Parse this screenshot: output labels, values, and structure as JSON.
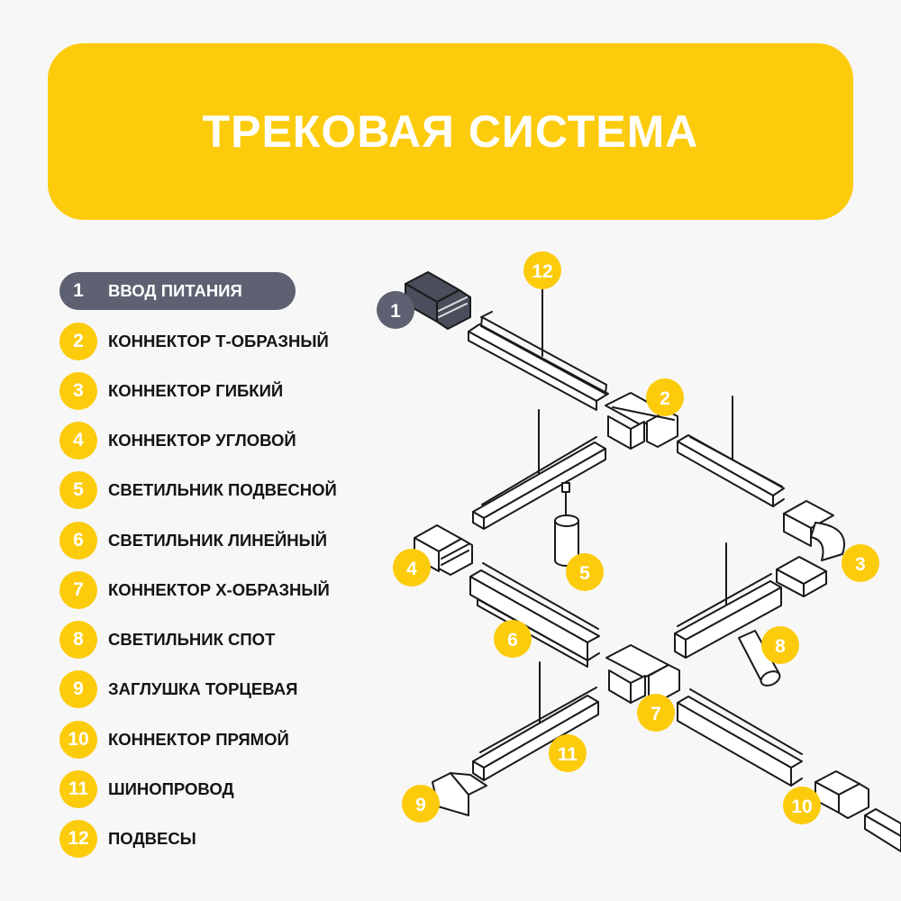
{
  "title": "ТРЕКОВАЯ СИСТЕМА",
  "legend": [
    {
      "num": "1",
      "label": "ВВОД ПИТАНИЯ"
    },
    {
      "num": "2",
      "label": "КОННЕКТОР Т-ОБРАЗНЫЙ"
    },
    {
      "num": "3",
      "label": "КОННЕКТОР ГИБКИЙ"
    },
    {
      "num": "4",
      "label": "КОННЕКТОР УГЛОВОЙ"
    },
    {
      "num": "5",
      "label": "СВЕТИЛЬНИК ПОДВЕСНОЙ"
    },
    {
      "num": "6",
      "label": "СВЕТИЛЬНИК ЛИНЕЙНЫЙ"
    },
    {
      "num": "7",
      "label": "КОННЕКТОР Х-ОБРАЗНЫЙ"
    },
    {
      "num": "8",
      "label": "СВЕТИЛЬНИК СПОТ"
    },
    {
      "num": "9",
      "label": "ЗАГЛУШКА ТОРЦЕВАЯ"
    },
    {
      "num": "10",
      "label": "КОННЕКТОР ПРЯМОЙ"
    },
    {
      "num": "11",
      "label": "ШИНОПРОВОД"
    },
    {
      "num": "12",
      "label": "ПОДВЕСЫ"
    }
  ],
  "active_index": 0,
  "colors": {
    "accent": "#fccb0c",
    "active": "#5d6171",
    "line": "#1a1a1a",
    "background": "#f7f7f7"
  },
  "callouts": [
    "1",
    "2",
    "3",
    "4",
    "5",
    "6",
    "7",
    "8",
    "9",
    "10",
    "11",
    "12"
  ]
}
